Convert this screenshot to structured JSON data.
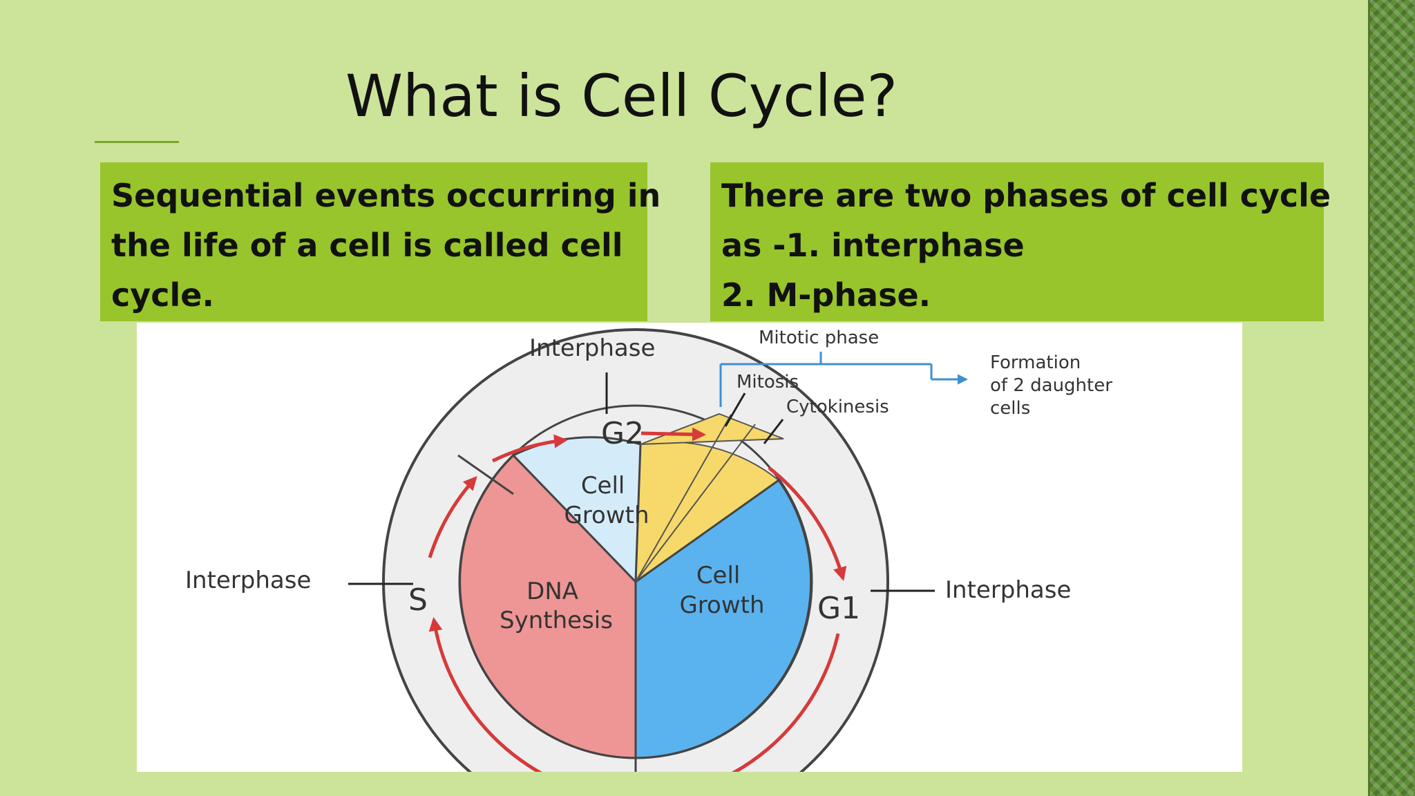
{
  "slide": {
    "title": "What is Cell Cycle?",
    "left_box": {
      "lines": [
        "Sequential events occurring in",
        "the life of a cell is called cell",
        "cycle."
      ]
    },
    "right_box": {
      "lines": [
        "There are two phases of cell cycle",
        "as -1. interphase",
        "2. M-phase."
      ]
    }
  },
  "diagram": {
    "labels": {
      "interphase_top": "Interphase",
      "interphase_left": "Interphase",
      "interphase_right": "Interphase",
      "mitotic_phase": "Mitotic phase",
      "mitosis": "Mitosis",
      "cytokinesis": "Cytokinesis",
      "formation_lines": [
        "Formation",
        "of 2 daughter",
        "cells"
      ],
      "g2": "G2",
      "s": "S",
      "g1": "G1",
      "cell_growth_top_lines": [
        "Cell",
        "Growth"
      ],
      "dna_synthesis_lines": [
        "DNA",
        "Synthesis"
      ],
      "cell_growth_right_lines": [
        "Cell",
        "Growth"
      ]
    },
    "colors": {
      "background": "#cce39a",
      "text_box": "#98c52b",
      "outer_ring": "#eeeeee",
      "g2_sector": "#d4ecfa",
      "s_sector": "#ee9595",
      "g1_sector": "#5ab3ef",
      "mitotic_wedge": "#f6d96a",
      "arrow_red": "#d63a3a",
      "arrow_blue": "#3d8fd6"
    }
  }
}
